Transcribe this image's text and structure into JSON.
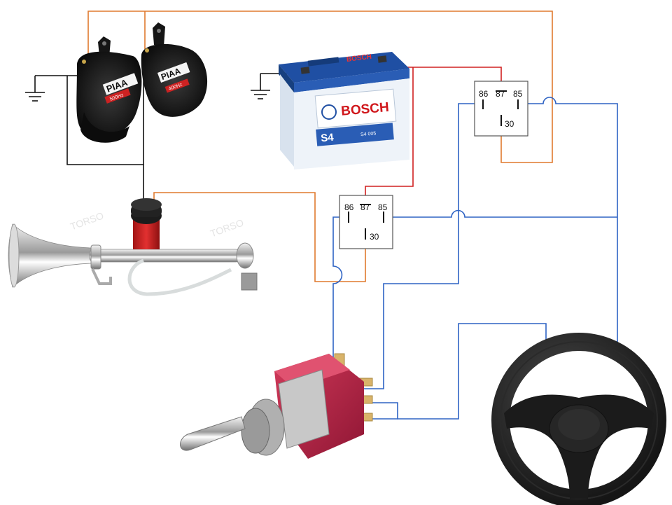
{
  "relays": [
    {
      "id": "relay-top",
      "pins": {
        "p86": "86",
        "p87": "87",
        "p85": "85",
        "p30": "30"
      }
    },
    {
      "id": "relay-bottom",
      "pins": {
        "p86": "86",
        "p87": "87",
        "p85": "85",
        "p30": "30"
      }
    }
  ],
  "battery": {
    "brand": "BOSCH",
    "model": "S4",
    "code": "S4 005"
  },
  "horns": {
    "left_brand": "PIAA",
    "left_freq": "500Hz",
    "right_brand": "PIAA",
    "right_freq": "400Hz"
  },
  "air_horn": {
    "watermark": "TORSO"
  },
  "colors": {
    "positive": "#d02020",
    "horn_feed": "#e07a2e",
    "control": "#2e63c4",
    "ground": "#111111",
    "relay_box": "#555555",
    "battery_body": "#e9f0f8",
    "battery_lid": "#1f4fa3"
  },
  "icons": [
    "ground-symbol-icon",
    "battery-icon",
    "relay-icon",
    "snail-horn-icon",
    "air-horn-icon",
    "toggle-switch-icon",
    "steering-wheel-icon"
  ]
}
